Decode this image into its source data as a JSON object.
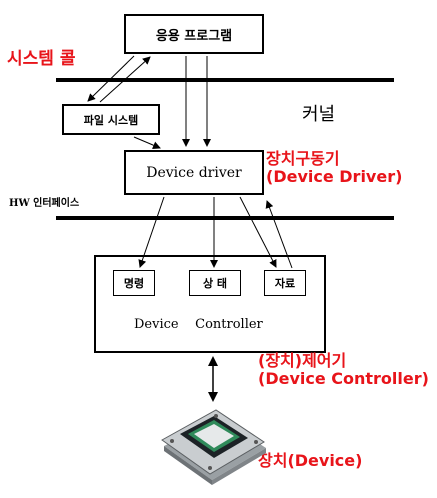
{
  "application_program": "응용 프로그램",
  "system_call": "시스템 콜",
  "file_system": "파일 시스템",
  "kernel": "커널",
  "device_driver": "Device driver",
  "driver_label": "장치구동기",
  "driver_label_en": "(Device Driver)",
  "hw_interface": "HW 인터페이스",
  "register_command": "명령",
  "register_status": "상 태",
  "register_data": "자료",
  "device_controller": "Device    Controller",
  "controller_label": "(장치)제어기",
  "controller_label_en": "(Device Controller)",
  "device_label": "장치(Device)",
  "colors": {
    "accent_red": "#e8141a",
    "line": "#000000"
  },
  "icons": {
    "device": "hard-disk-icon"
  }
}
